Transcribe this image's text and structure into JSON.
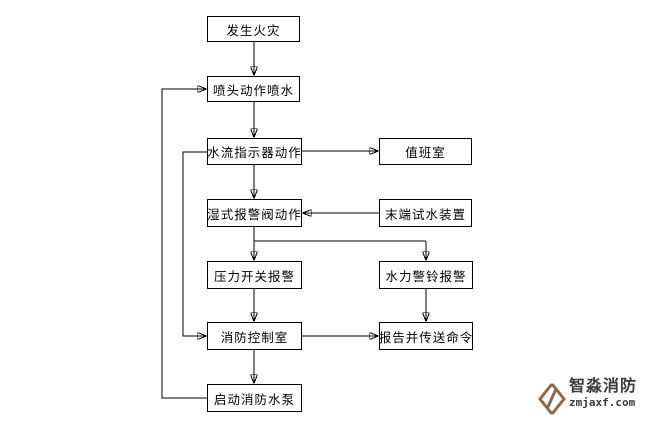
{
  "theme": {
    "line": "#000000",
    "box_bg": "#ffffff",
    "page_bg": "#ffffff",
    "logo_brown": "#8a6a52",
    "logo_text": "#3e3a37"
  },
  "diagram": {
    "type": "flowchart",
    "nodes": {
      "fire": "发生火灾",
      "sprinkler": "喷头动作喷水",
      "flow_indicator": "水流指示器动作",
      "duty_room": "值班室",
      "wet_valve": "湿式报警阀动作",
      "end_test": "末端试水装置",
      "pressure_switch": "压力开关报警",
      "hydraulic_bell": "水力警铃报警",
      "control_room": "消防控制室",
      "report_command": "报告并传送命令",
      "start_pump": "启动消防水泵"
    },
    "edges": [
      "发生火灾 -> 喷头动作喷水",
      "喷头动作喷水 -> 水流指示器动作",
      "水流指示器动作 -> 值班室",
      "水流指示器动作 -> 湿式报警阀动作",
      "水流指示器动作 -> 消防控制室",
      "末端试水装置 -> 湿式报警阀动作",
      "湿式报警阀动作 -> 压力开关报警",
      "湿式报警阀动作 -> 水力警铃报警",
      "压力开关报警 -> 消防控制室",
      "水力警铃报警 -> 报告并传送命令",
      "消防控制室 -> 报告并传送命令",
      "消防控制室 -> 启动消防水泵",
      "启动消防水泵 -> 喷头动作喷水"
    ]
  },
  "watermark": {
    "icon": "zhimiao-diamond-logo",
    "brand": "智淼消防",
    "domain": "zmjaxf.com"
  }
}
